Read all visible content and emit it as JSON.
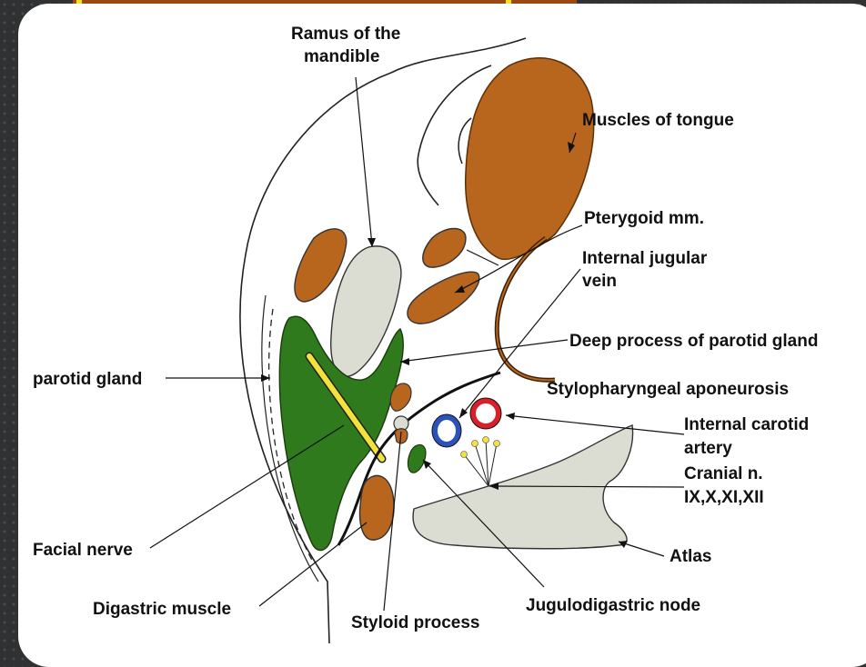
{
  "labels": {
    "ramus": [
      "Ramus of the",
      "mandible"
    ],
    "tongue": "Muscles of tongue",
    "pterygoid": "Pterygoid mm.",
    "ijv": [
      "Internal jugular",
      "vein"
    ],
    "deep_process": "Deep process of parotid gland",
    "parotid": "parotid gland",
    "stylopharyngeal": "Stylopharyngeal aponeurosis",
    "ica": [
      "Internal carotid",
      "artery"
    ],
    "cranial": [
      "Cranial n.",
      "IX,X,XI,XII"
    ],
    "facial": "Facial nerve",
    "atlas": "Atlas",
    "digastric": "Digastric muscle",
    "jugulodigastric": "Jugulodigastric node",
    "styloid": "Styloid process"
  },
  "colors": {
    "muscle": "#b8651e",
    "bone": "#dcddd2",
    "gland": "#2f7a1c",
    "nerve": "#f2e23a",
    "artery": "#d9202a",
    "vein": "#2a52b8",
    "background": "#2f3133"
  }
}
